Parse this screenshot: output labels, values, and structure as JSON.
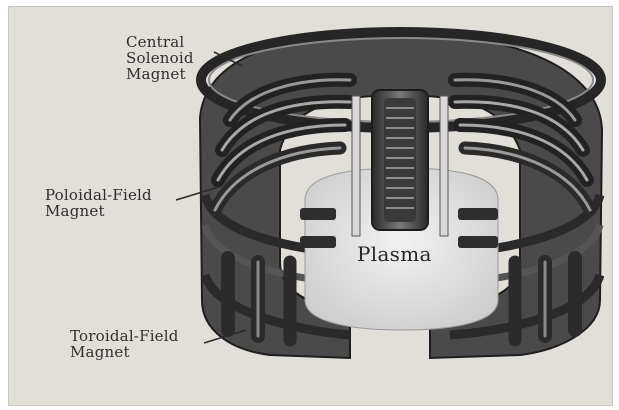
{
  "labels": {
    "central_solenoid": "Central\nSolenoid\nMagnet",
    "poloidal_field": "Poloidal-Field\nMagnet",
    "toroidal_field": "Toroidal-Field\nMagnet",
    "plasma": "Plasma"
  },
  "colors": {
    "background": "#e1dfd8",
    "coil_dark": "#3a3a3a",
    "coil_mid": "#6e6e6e",
    "coil_light": "#b8b8b8",
    "plasma_fill": "#ebebeb",
    "text": "#2e2e2e"
  }
}
